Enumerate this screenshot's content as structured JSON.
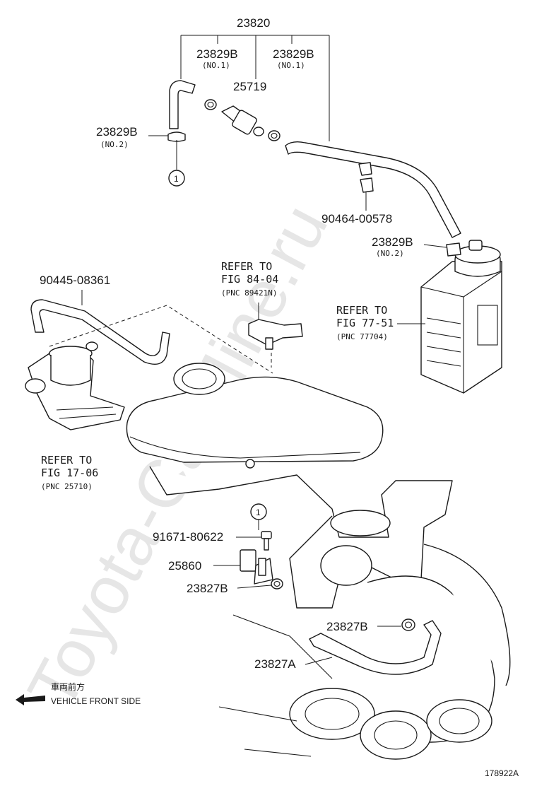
{
  "watermark": "Toyota-CarMine.ru",
  "image_id": "178922A",
  "direction": {
    "arrow_icon": "left-arrow-icon",
    "jp": "車両前方",
    "en": "VEHICLE FRONT SIDE"
  },
  "labels": {
    "p23820": "23820",
    "p23829B_a": "23829B",
    "p23829B_a_sub": "(NO.1)",
    "p23829B_b": "23829B",
    "p23829B_b_sub": "(NO.1)",
    "p25719": "25719",
    "p23829B_c": "23829B",
    "p23829B_c_sub": "(NO.2)",
    "circle1_top": "1",
    "p90464": "90464-00578",
    "p23829B_d": "23829B",
    "p23829B_d_sub": "(NO.2)",
    "p90445": "90445-08361",
    "ref84_l1": "REFER TO",
    "ref84_l2": "FIG 84-04",
    "ref84_l3": "(PNC 89421N)",
    "ref77_l1": "REFER TO",
    "ref77_l2": "FIG 77-51",
    "ref77_l3": "(PNC 77704)",
    "ref17_l1": "REFER TO",
    "ref17_l2": "FIG 17-06",
    "ref17_l3": "(PNC 25710)",
    "circle1_bottom": "1",
    "p91671": "91671-80622",
    "p25860": "25860",
    "p23827B_a": "23827B",
    "p23827B_b": "23827B",
    "p23827A": "23827A"
  }
}
